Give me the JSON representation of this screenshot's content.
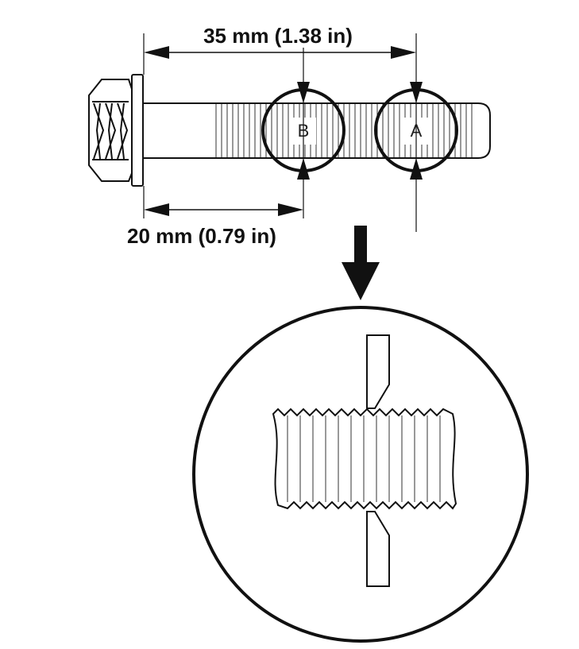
{
  "dimensions": {
    "a_distance": "35 mm (1.38 in)",
    "b_distance": "20 mm (0.79 in)"
  },
  "points": {
    "a": "A",
    "b": "B"
  },
  "colors": {
    "ink": "#111111",
    "background": "#ffffff"
  }
}
